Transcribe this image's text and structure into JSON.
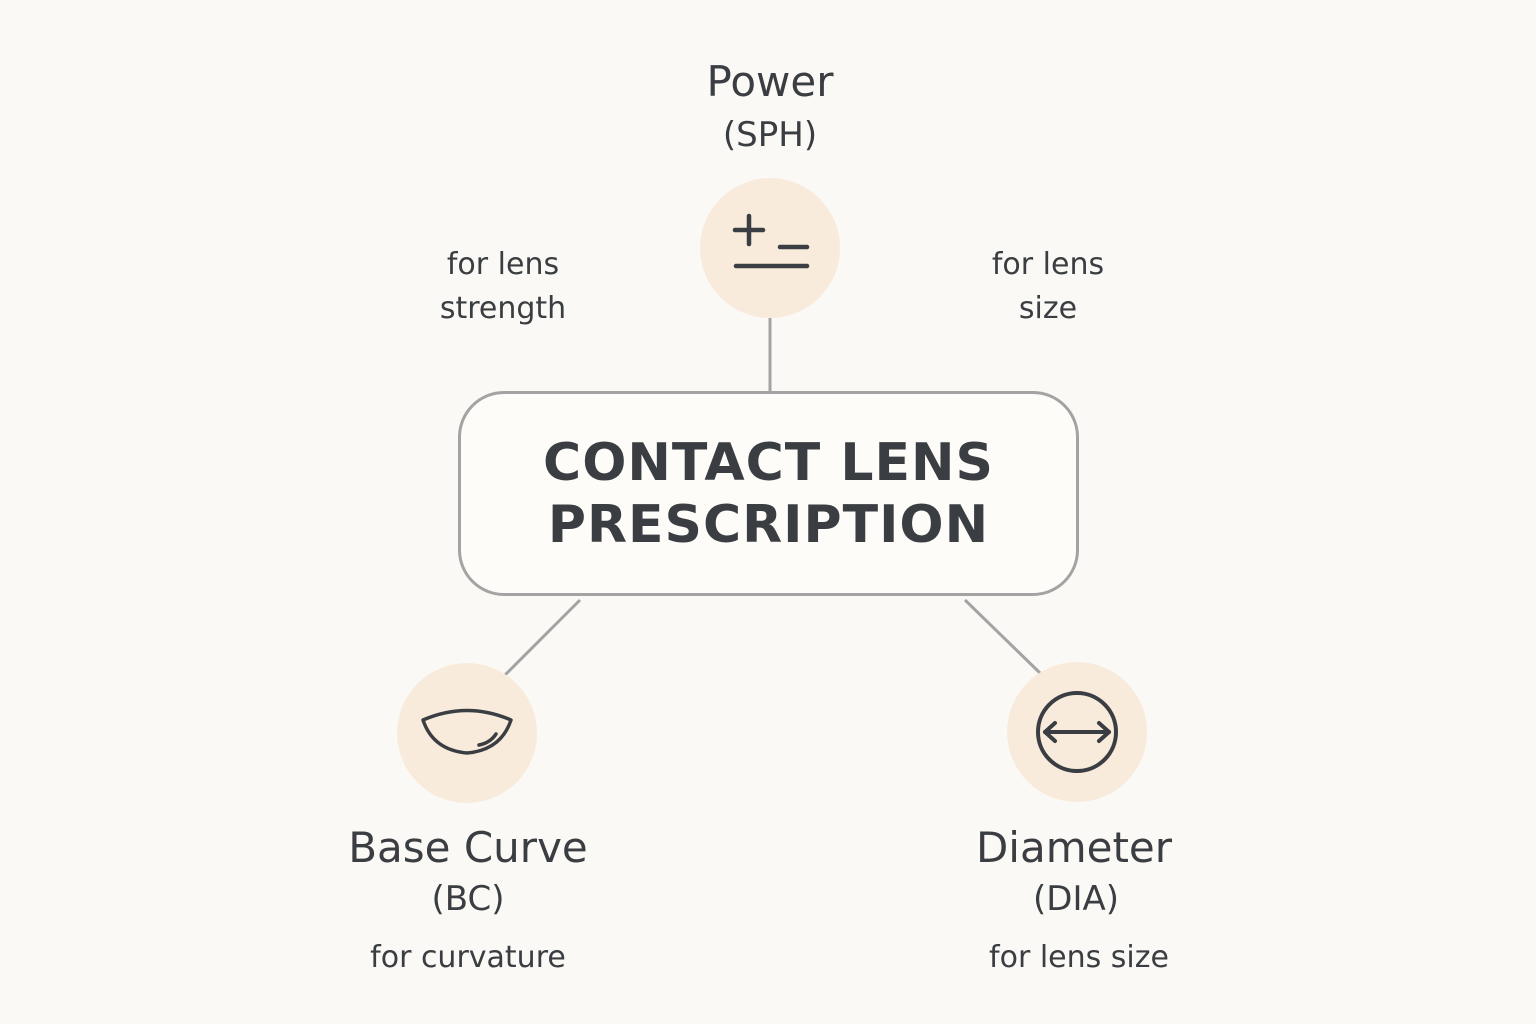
{
  "center": {
    "line1": "CONTACT LENS",
    "line2": "PRESCRIPTION"
  },
  "power": {
    "title": "Power",
    "abbr": "(SPH)",
    "icon": "plus-minus-icon",
    "note_left_line1": "for lens",
    "note_left_line2": "strength",
    "note_right_line1": "for lens",
    "note_right_line2": "size"
  },
  "base_curve": {
    "title": "Base Curve",
    "abbr": "(BC)",
    "desc": "for curvature",
    "icon": "lens-curve-icon"
  },
  "diameter": {
    "title": "Diameter",
    "abbr": "(DIA)",
    "desc": "for lens size",
    "icon": "diameter-arrow-icon"
  },
  "colors": {
    "background": "#fbf9f5",
    "icon_circle": "#f8ebdc",
    "text": "#3a3d41",
    "lines": "#a3a3a3"
  }
}
